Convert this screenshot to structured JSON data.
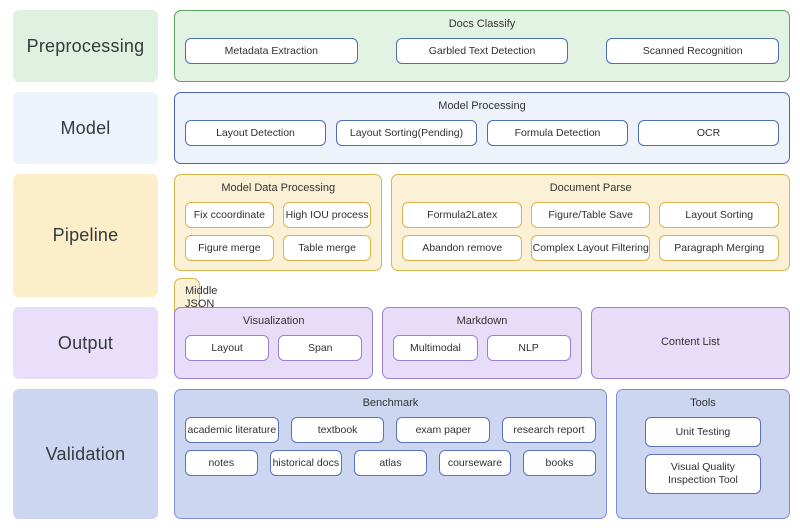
{
  "rows": [
    {
      "stage": "Preprocessing",
      "groups": [
        {
          "title": "Docs Classify",
          "chips": [
            "Metadata Extraction",
            "Garbled Text Detection",
            "Scanned Recognition"
          ]
        }
      ]
    },
    {
      "stage": "Model",
      "groups": [
        {
          "title": "Model Processing",
          "chips": [
            "Layout Detection",
            "Layout Sorting(Pending)",
            "Formula Detection",
            "OCR"
          ]
        }
      ]
    },
    {
      "stage": "Pipeline",
      "groups": [
        {
          "title": "Model Data Processing",
          "chips_row1": [
            "Fix ccoordinate",
            "High IOU process"
          ],
          "chips_row2": [
            "Figure merge",
            "Table merge"
          ]
        },
        {
          "title": "Document Parse",
          "chips_row1": [
            "Formula2Latex",
            "Figure/Table Save",
            "Layout Sorting"
          ],
          "chips_row2": [
            "Abandon remove",
            "Complex Layout Filtering",
            "Paragraph Merging"
          ]
        }
      ],
      "bar": "Middle JSON"
    },
    {
      "stage": "Output",
      "groups": [
        {
          "title": "Visualization",
          "chips": [
            "Layout",
            "Span"
          ]
        },
        {
          "title": "Markdown",
          "chips": [
            "Multimodal",
            "NLP"
          ]
        },
        {
          "title": "Content List",
          "chips": []
        }
      ]
    },
    {
      "stage": "Validation",
      "groups": [
        {
          "title": "Benchmark",
          "chips_row1": [
            "academic literature",
            "textbook",
            "exam paper",
            "research report"
          ],
          "chips_row2": [
            "notes",
            "historical docs",
            "atlas",
            "courseware",
            "books"
          ]
        },
        {
          "title": "Tools",
          "chips": [
            "Unit Testing",
            "Visual Quality Inspection Tool"
          ]
        }
      ]
    }
  ],
  "colors": {
    "green_fill": "#e3f3e3",
    "green_border": "#5ba35b",
    "blue_fill": "#eef3fb",
    "blue_border": "#4a66b5",
    "yellow_fill": "#fbf1d6",
    "yellow_border": "#d9b44a",
    "purple_fill": "#e7ddf8",
    "purple_border": "#9b7fd4",
    "peri_fill": "#ccd6f0",
    "peri_border": "#7b8fd4",
    "chip_border_blue": "#4a6fb5"
  }
}
